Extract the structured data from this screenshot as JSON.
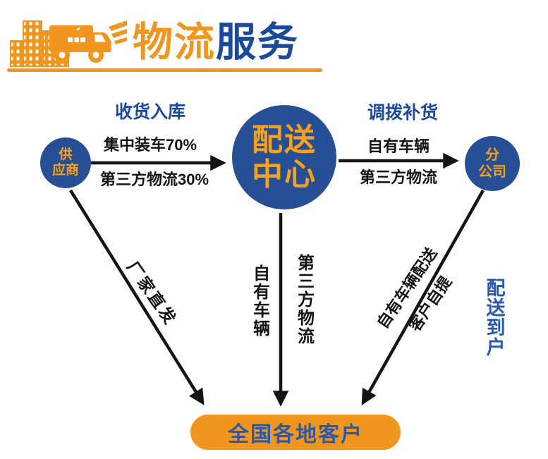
{
  "header": {
    "title_orange": "物流",
    "title_blue": "服务",
    "logo_icon": "delivery-truck-with-city-logo"
  },
  "nodes": {
    "supplier": {
      "line1": "供",
      "line2": "应商"
    },
    "center": {
      "line1": "配送",
      "line2": "中心"
    },
    "branch": {
      "line1": "分",
      "line2": "公司"
    },
    "customers": {
      "label": "全国各地客户"
    }
  },
  "flows": {
    "receive_title": "收货入库",
    "receive_top": "集中装车70%",
    "receive_bottom": "第三方物流30%",
    "transfer_title": "调拨补货",
    "transfer_top": "自有车辆",
    "transfer_bottom": "第三方物流",
    "direct_ship": "厂家直发",
    "own_vehicles": "自有车辆",
    "third_party": "第三方物流",
    "branch_delivery_line1": "自有车辆配送",
    "branch_delivery_line2": "客户自提",
    "home_delivery": "配送到户"
  },
  "colors": {
    "orange": "#F0951D",
    "circle_blue": "#274F96",
    "node_orange": "#F5A11C",
    "blue_label": "#1B4A9B",
    "blue_accent": "#2A58AE",
    "arrow_black": "#141414"
  }
}
